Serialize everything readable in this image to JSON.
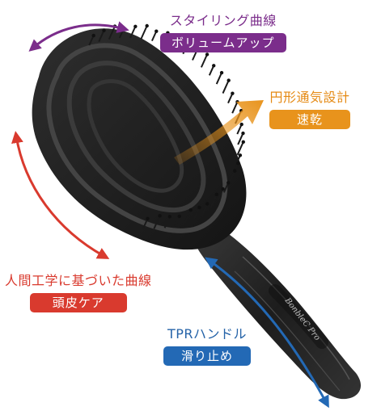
{
  "product": {
    "brand_print": "BonbleC Pro",
    "colors": {
      "brush_body": "#262626",
      "bristle": "#1a1a1a",
      "volume": "#7b2d8b",
      "dry": "#e8931c",
      "scalp": "#d93a2e",
      "grip": "#2369b5"
    }
  },
  "features": {
    "volume": {
      "heading": "スタイリング曲線",
      "badge": "ボリュームアップ",
      "icon": "double-arrow-curve"
    },
    "dry": {
      "heading": "円形通気設計",
      "badge": "速乾",
      "icon": "airflow-arrow"
    },
    "scalp": {
      "heading": "人間工学に基づいた曲線",
      "badge": "頭皮ケア",
      "icon": "double-arrow-curve"
    },
    "grip": {
      "heading": "TPRハンドル",
      "badge": "滑り止め",
      "icon": "double-arrow-diagonal"
    }
  }
}
